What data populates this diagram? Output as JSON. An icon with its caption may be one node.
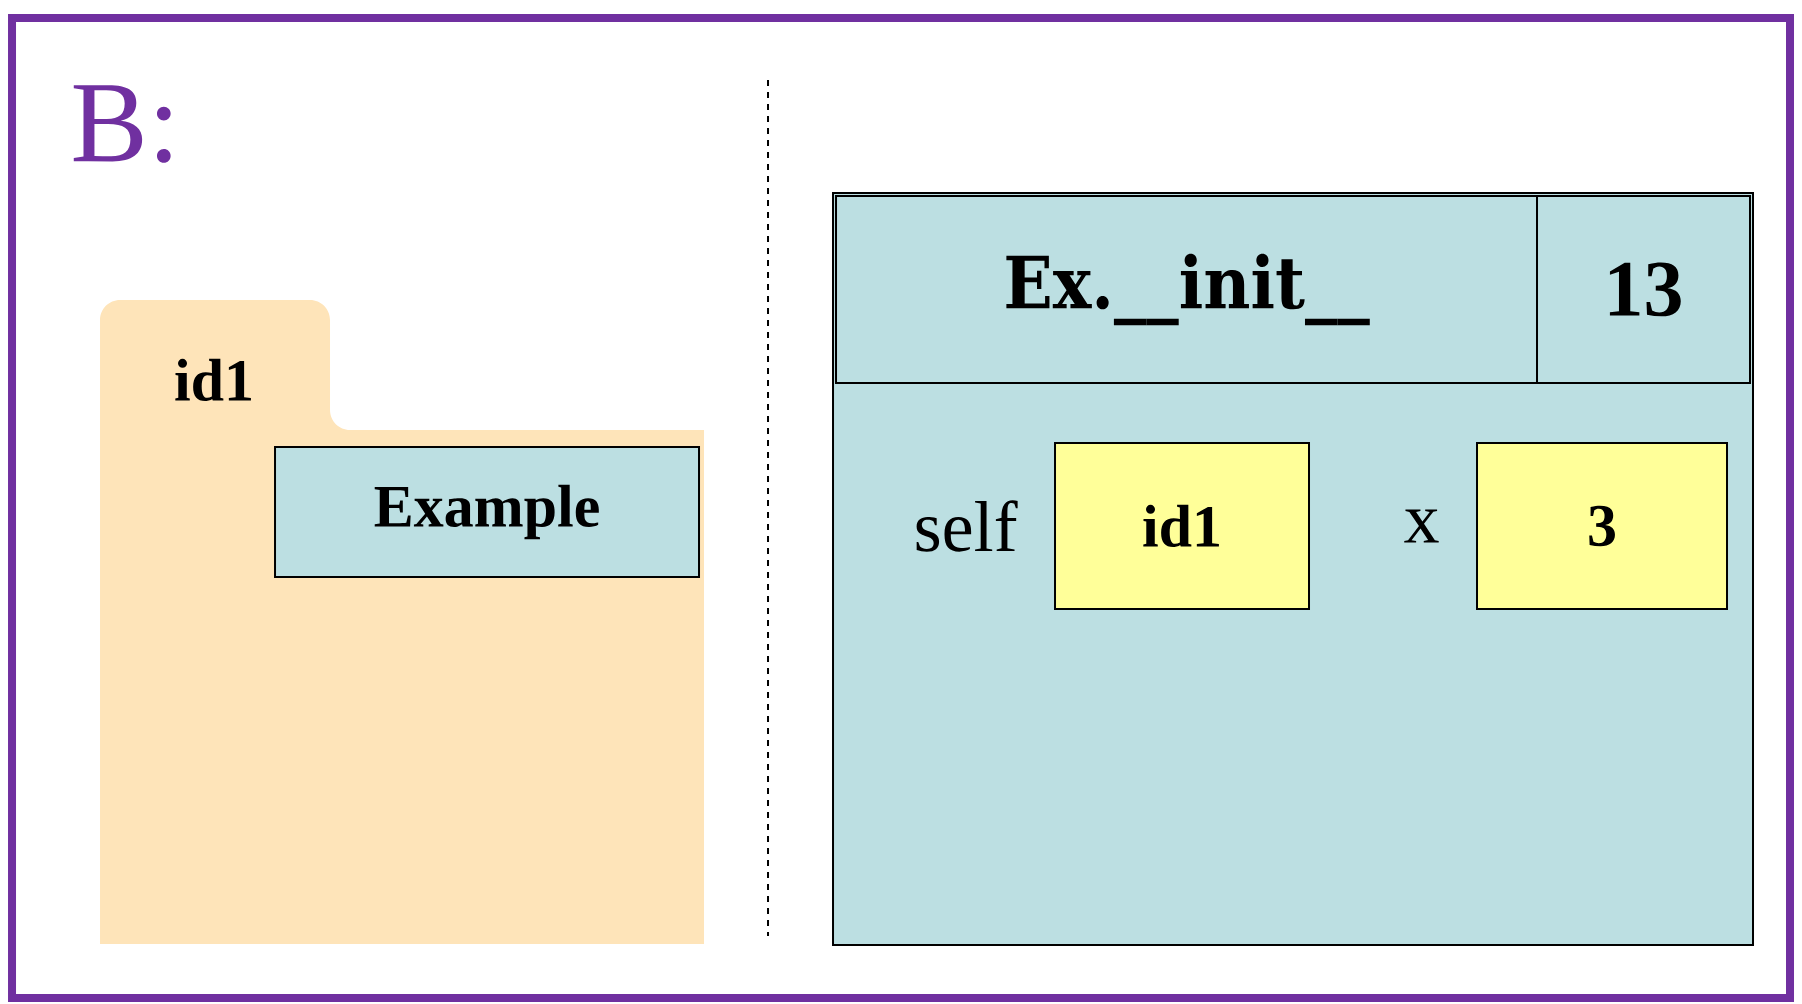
{
  "diagram": {
    "nodes": [
      {
        "text": [
          "id1"
        ]
      },
      {
        "text": [
          "Example"
        ],
        "in": 0
      },
      {
        "text": [],
        "shape": "box"
      },
      {
        "text": [
          "Ex.__init__"
        ],
        "in": 2
      },
      {
        "text": [
          "13"
        ],
        "in": 2
      },
      {
        "text": [
          "id1"
        ],
        "in": 2,
        "beside": [
          "self"
        ]
      },
      {
        "text": [
          "3"
        ],
        "in": 2,
        "beside": [
          "x"
        ]
      }
    ],
    "labels": [
      "B:"
    ]
  }
}
